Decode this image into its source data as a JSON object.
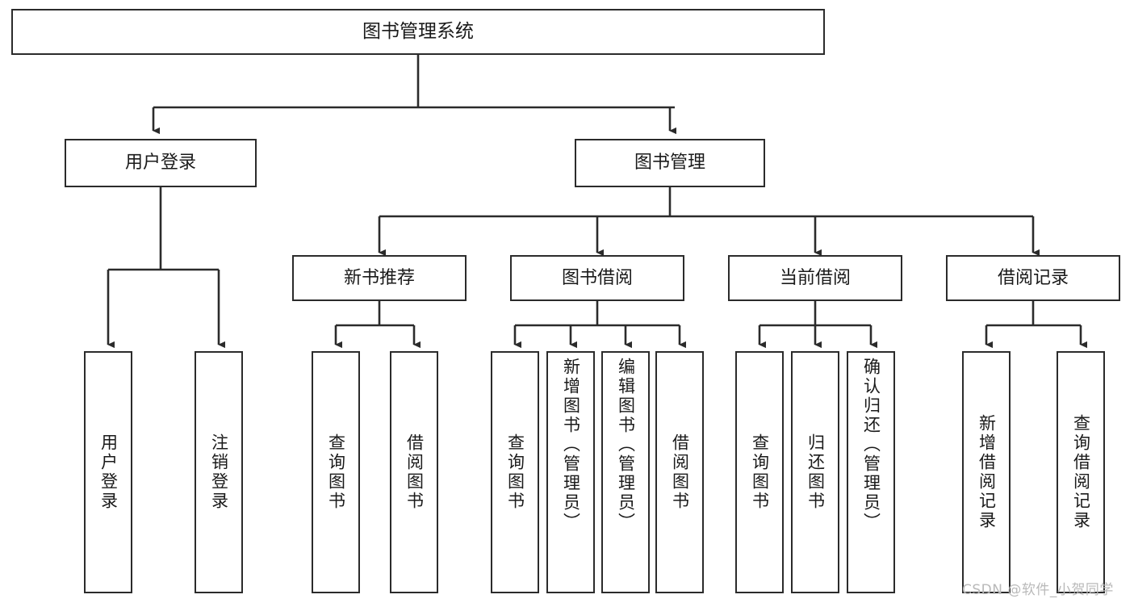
{
  "diagram": {
    "title": "图书管理系统",
    "type": "tree-hierarchy",
    "watermark": "CSDN @软件_小贺同学",
    "root": {
      "label": "图书管理系统"
    },
    "level2": [
      {
        "label": "用户登录"
      },
      {
        "label": "图书管理"
      }
    ],
    "level3": [
      {
        "label": "新书推荐"
      },
      {
        "label": "图书借阅"
      },
      {
        "label": "当前借阅"
      },
      {
        "label": "借阅记录"
      }
    ],
    "leaves": {
      "user_login": [
        {
          "label": "用户登录"
        },
        {
          "label": "注销登录"
        }
      ],
      "new_book_recommend": [
        {
          "label": "查询图书"
        },
        {
          "label": "借阅图书"
        }
      ],
      "book_borrow": [
        {
          "label": "查询图书"
        },
        {
          "label": "新增图书（管理员）"
        },
        {
          "label": "编辑图书（管理员）"
        },
        {
          "label": "借阅图书"
        }
      ],
      "current_borrow": [
        {
          "label": "查询图书"
        },
        {
          "label": "归还图书"
        },
        {
          "label": "确认归还（管理员）"
        }
      ],
      "borrow_record": [
        {
          "label": "新增借阅记录"
        },
        {
          "label": "查询借阅记录"
        }
      ]
    },
    "colors": {
      "stroke": "#2b2b2b",
      "background": "#ffffff",
      "text": "#1a1a1a",
      "watermark": "#b9b9b9"
    }
  }
}
